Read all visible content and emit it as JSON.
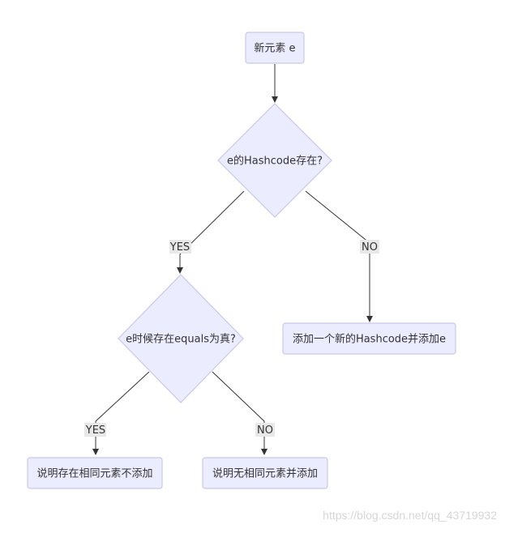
{
  "nodes": {
    "start": "新元素 e",
    "hash_check": "e的Hashcode存在?",
    "equals_check": "e时候存在equals为真?",
    "add_new_hash": "添加一个新的Hashcode并添加e",
    "exists_no_add": "说明存在相同元素不添加",
    "no_same_add": "说明无相同元素并添加"
  },
  "edges": {
    "hash_yes": "YES",
    "hash_no": "NO",
    "equals_yes": "YES",
    "equals_no": "NO"
  },
  "watermark": "https://blog.csdn.net/qq_43719932",
  "colors": {
    "node_fill": "#ececff",
    "node_stroke": "#c7c7ee",
    "edge": "#333333",
    "label_bg": "#e8e8e8"
  }
}
